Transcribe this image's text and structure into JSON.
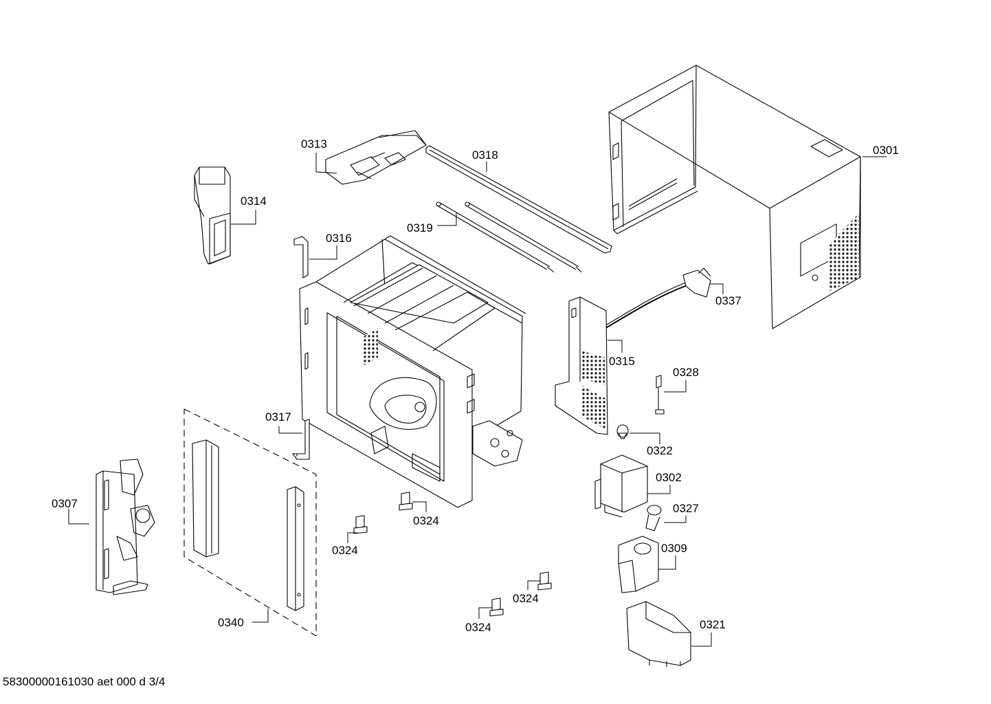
{
  "colors": {
    "line": "#000000",
    "background": "#ffffff",
    "mesh": "#222222"
  },
  "parts": {
    "p0301": "0301",
    "p0302": "0302",
    "p0307": "0307",
    "p0309": "0309",
    "p0313": "0313",
    "p0314": "0314",
    "p0315": "0315",
    "p0316": "0316",
    "p0317": "0317",
    "p0318": "0318",
    "p0319": "0319",
    "p0321": "0321",
    "p0322": "0322",
    "p0324": "0324",
    "p0327": "0327",
    "p0328": "0328",
    "p0337": "0337",
    "p0340": "0340"
  },
  "footer": {
    "drawing_id": "58300000161030 aet 000 d 3/4"
  }
}
